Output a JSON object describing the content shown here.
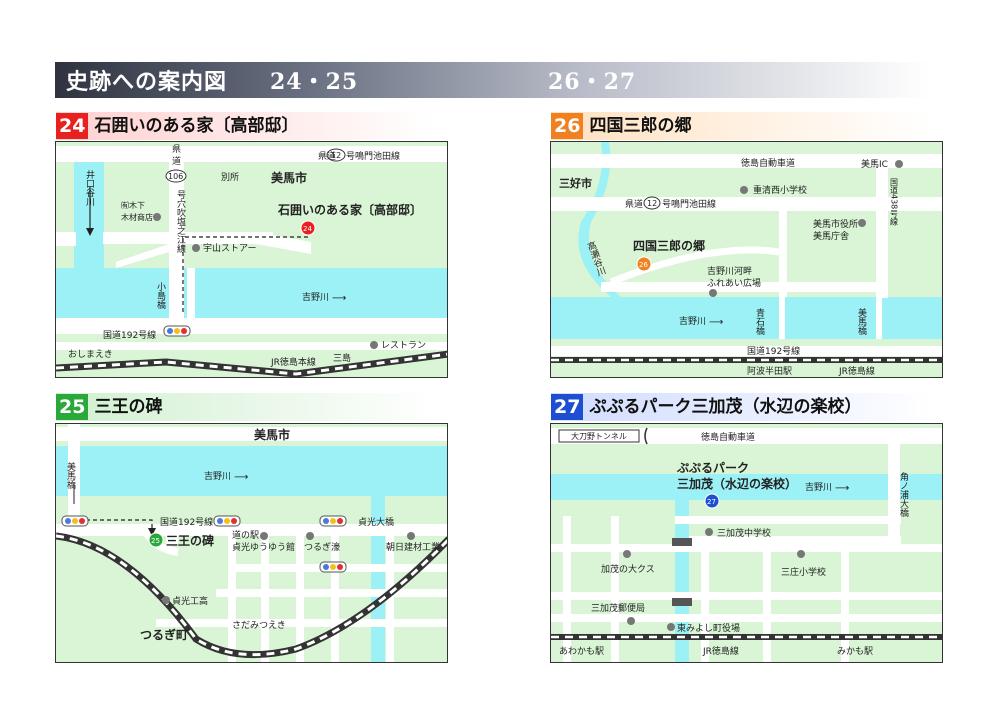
{
  "header": {
    "title": "史跡への案内図",
    "nums_left": "24・25",
    "nums_right": "26・27"
  },
  "sections": [
    {
      "num": "24",
      "name": "石囲いのある家〔高部邸〕",
      "color": "#e8201e"
    },
    {
      "num": "26",
      "name": "四国三郎の郷",
      "color": "#f08020"
    },
    {
      "num": "25",
      "name": "三王の碑",
      "color": "#2aa83a"
    },
    {
      "num": "27",
      "name": "ぷぷるパーク三加茂（水辺の楽校）",
      "color": "#1d4fd0"
    }
  ],
  "map24": {
    "route_road": "県道",
    "route_num": "12",
    "route_suffix": "号鳴門池田線",
    "route106_a": "県",
    "route106_b": "道",
    "route106_num": "106",
    "route106_name": "号穴吹塩之江線",
    "river1": "井口谷川",
    "store1": "㈲木下",
    "store2": "木材商店",
    "place1": "別所",
    "city": "美馬市",
    "target": "石囲いのある家〔高部邸〕",
    "target_num": "24",
    "shop": "宇山ストアー",
    "bridge": "小島橋",
    "river2": "吉野川",
    "arrow": "⟶",
    "nat_road": "国道192号線",
    "station": "おしまえき",
    "railway": "JR徳島本線",
    "place2": "三島",
    "restaurant": "レストラン"
  },
  "map26": {
    "expressway": "徳島自動車道",
    "ic": "美馬IC",
    "city": "三好市",
    "school": "重清西小学校",
    "route_road": "県道",
    "route_num": "12",
    "route_suffix": "号鳴門池田線",
    "route438": "国道438号線",
    "cityhall1": "美馬市役所",
    "cityhall2": "美馬庁舎",
    "river1": "高瀬谷川",
    "target": "四国三郎の郷",
    "target_num": "26",
    "park1": "吉野川河畔",
    "park2": "ふれあい広場",
    "river2": "吉野川",
    "arrow": "⟶",
    "bridge1": "青石橋",
    "bridge2": "美馬橋",
    "nat_road": "国道192号線",
    "station": "阿波半田駅",
    "railway": "JR徳島線"
  },
  "map25": {
    "city": "美馬市",
    "bridge1": "美馬橋",
    "river": "吉野川",
    "arrow": "⟶",
    "nat_road": "国道192号線",
    "bridge2": "貞光大橋",
    "target": "三王の碑",
    "target_num": "25",
    "michinoeki1": "道の駅",
    "michinoeki2": "貞光ゆうゆう館",
    "shop": "つるぎ濠",
    "factory": "朝日建材工業",
    "works": "貞光工高",
    "station": "さだみつえき",
    "town": "つるぎ町"
  },
  "map27": {
    "tunnel": "大刀野トンネル",
    "expressway": "徳島自動車道",
    "target1": "ぷぷるパーク",
    "target2": "三加茂（水辺の楽校）",
    "target_num": "27",
    "river": "吉野川",
    "arrow": "⟶",
    "bridge": "角ノ浦大橋",
    "jhs": "三加茂中学校",
    "tree": "加茂の大クス",
    "es": "三庄小学校",
    "post": "三加茂郵便局",
    "office": "東みよし町役場",
    "station1": "あわかも駅",
    "railway": "JR徳島線",
    "station2": "みかも駅"
  }
}
